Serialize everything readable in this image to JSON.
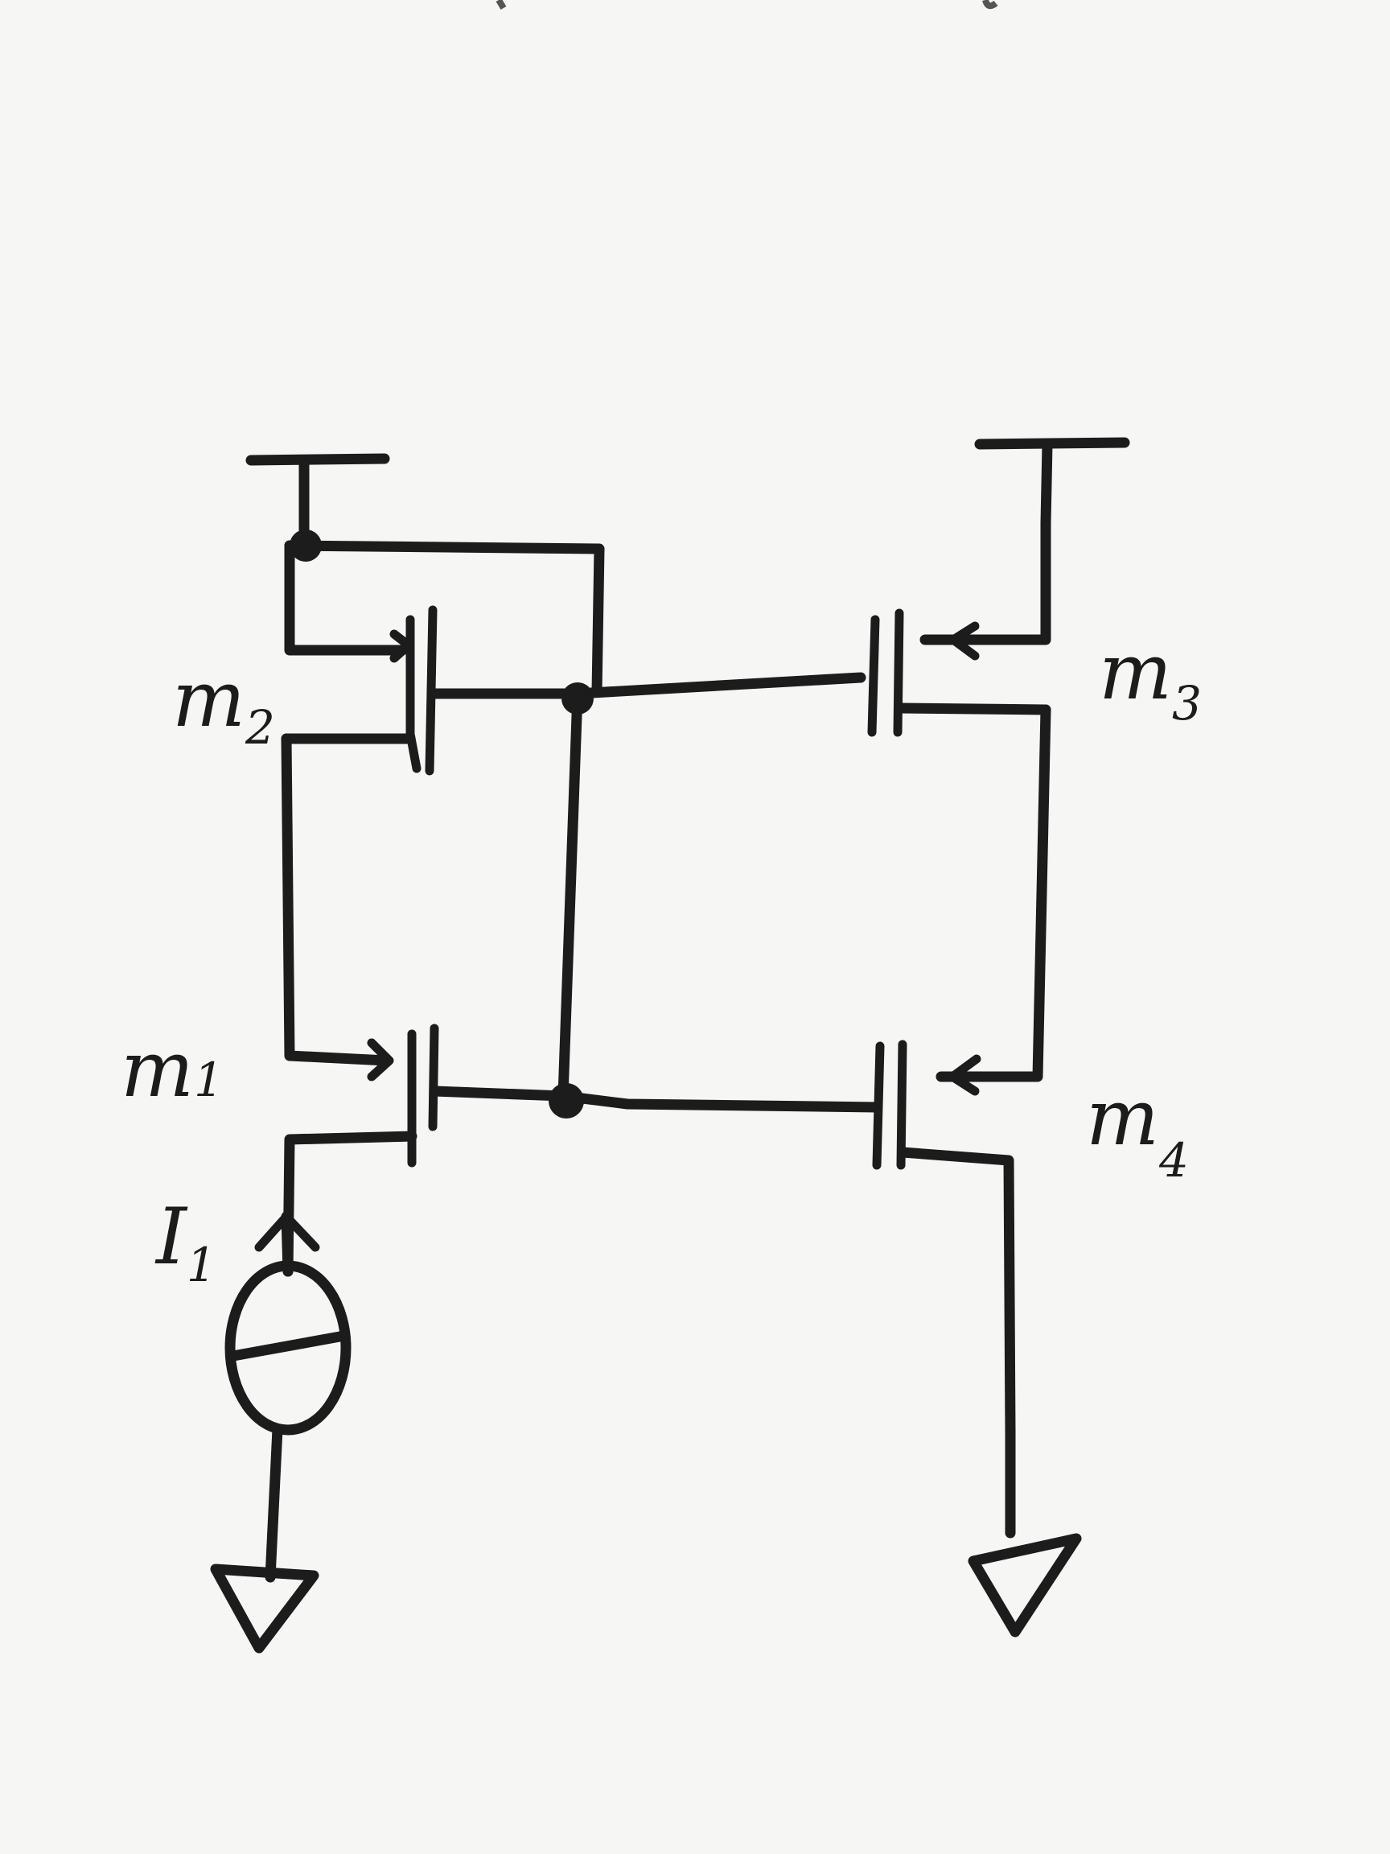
{
  "diagram": {
    "transistors": [
      {
        "id": "m2",
        "name": "m",
        "subscript": "2"
      },
      {
        "id": "m3",
        "name": "m",
        "subscript": "3"
      },
      {
        "id": "m1",
        "name": "m",
        "subscript": "1"
      },
      {
        "id": "m4",
        "name": "m",
        "subscript": "4"
      }
    ],
    "current_source": {
      "name": "I",
      "subscript": "1"
    }
  }
}
